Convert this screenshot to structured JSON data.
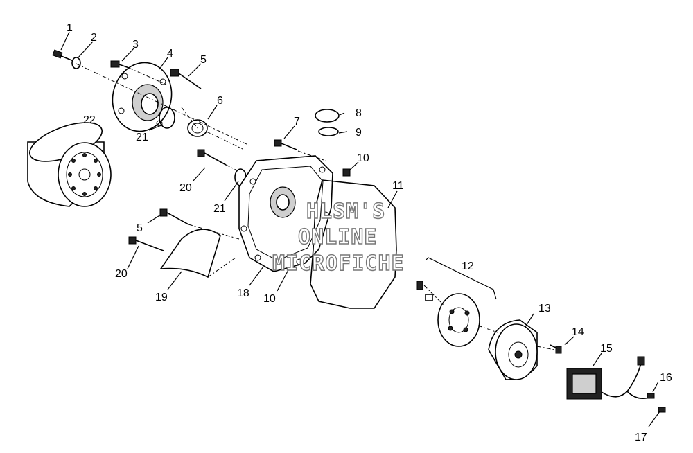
{
  "watermark": {
    "line1": "HLSM'S",
    "line2": "ONLINE",
    "line3": "MICROFICHE"
  },
  "callouts": [
    "1",
    "2",
    "3",
    "4",
    "5",
    "6",
    "7",
    "8",
    "9",
    "10",
    "11",
    "12",
    "13",
    "14",
    "15",
    "16",
    "17",
    "18",
    "19",
    "20",
    "21",
    "22",
    "5",
    "10",
    "20",
    "21"
  ]
}
